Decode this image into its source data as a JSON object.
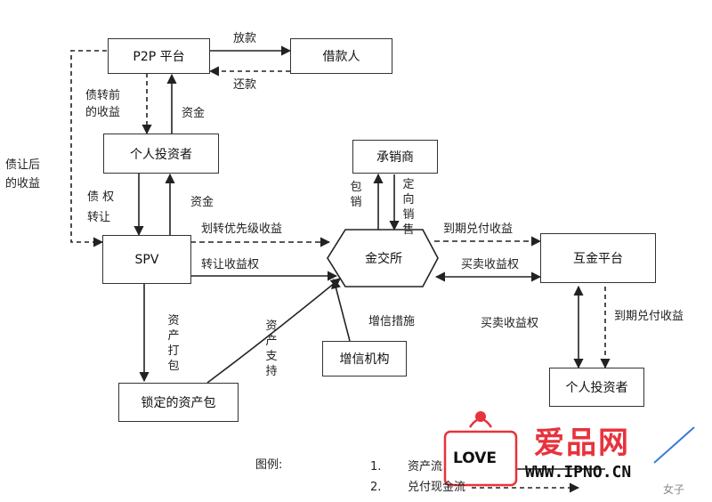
{
  "nodes": {
    "p2p": "P2P 平台",
    "borrower": "借款人",
    "investor_top": "个人投资者",
    "spv": "SPV",
    "asset_pack": "锁定的资产包",
    "underwriter": "承销商",
    "exchange": "金交所",
    "credit_agency": "增信机构",
    "huijin": "互金平台",
    "investor_right": "个人投资者"
  },
  "edge_labels": {
    "loan": "放款",
    "repay": "还款",
    "pre_transfer_income": [
      "债转前",
      "的收益"
    ],
    "funds_1": "资金",
    "post_transfer_income": [
      "债让后",
      "的收益"
    ],
    "debt_transfer": [
      "债 权",
      "转让"
    ],
    "funds_2": "资金",
    "priority_income": "划转优先级收益",
    "transfer_income_right": "转让收益权",
    "asset_packaging": "资产打包",
    "asset_support": "资产支持",
    "underwrite": "包销",
    "directed_sale": "定向销售",
    "credit_measures": "增信措施",
    "maturity_payout_1": "到期兑付收益",
    "trade_income_right_1": "买卖收益权",
    "trade_income_right_2": "买卖收益权",
    "maturity_payout_2": "到期兑付收益"
  },
  "legend": {
    "title": "图例:",
    "item1_num": "1.",
    "item1_text": "资产流",
    "item2_num": "2.",
    "item2_text": "兑付现金流"
  },
  "watermark": {
    "site_name": "爱品网",
    "url": "WWW.IPNO.CN",
    "logo_text": "LOVE",
    "corner": "女子"
  },
  "colors": {
    "line": "#222222",
    "watermark_red": "#e8323c"
  }
}
